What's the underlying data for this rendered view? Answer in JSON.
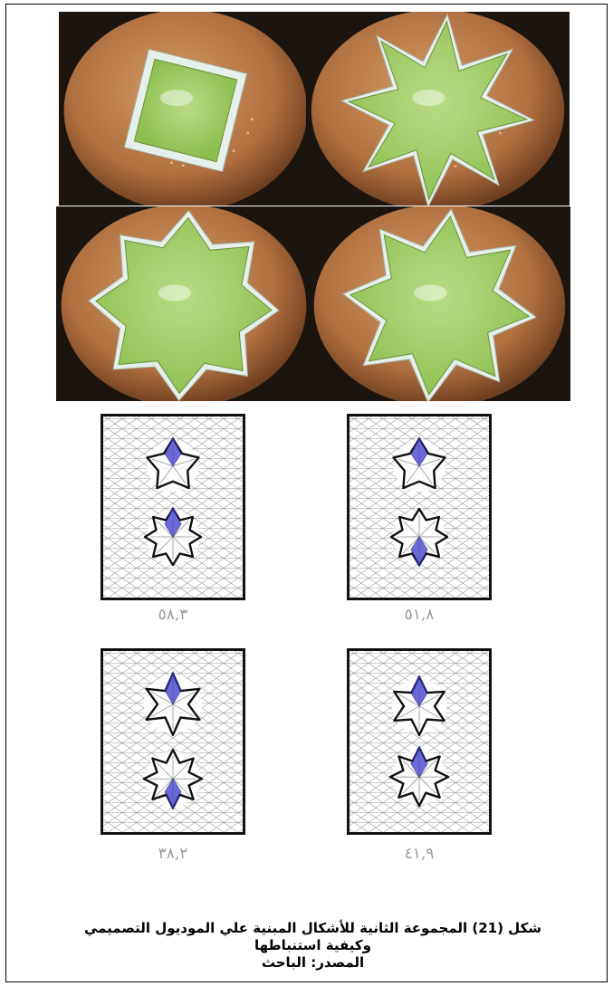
{
  "figure": {
    "photos": [
      {
        "shape": "square"
      },
      {
        "shape": "eight-pointed-star-narrow"
      },
      {
        "shape": "eight-pointed-star-wide"
      },
      {
        "shape": "eight-pointed-star-medium"
      }
    ],
    "diagrams": [
      {
        "value": "٥٨,٣"
      },
      {
        "value": "٥١,٨"
      },
      {
        "value": "٣٨,٢"
      },
      {
        "value": "٤١,٩"
      }
    ],
    "colors": {
      "photo_wood": "#b07040",
      "plate_green": "#8cbf50",
      "frame_white": "#e6f0ea",
      "diagram_blue": "#3a3acc"
    },
    "caption": {
      "line1": "شكل (21) المجموعة الثانية للأشكال المبنية علي الموديول التصميمي",
      "line2": "وكيفية استنباطها",
      "line3": "المصدر: الباحث"
    }
  }
}
